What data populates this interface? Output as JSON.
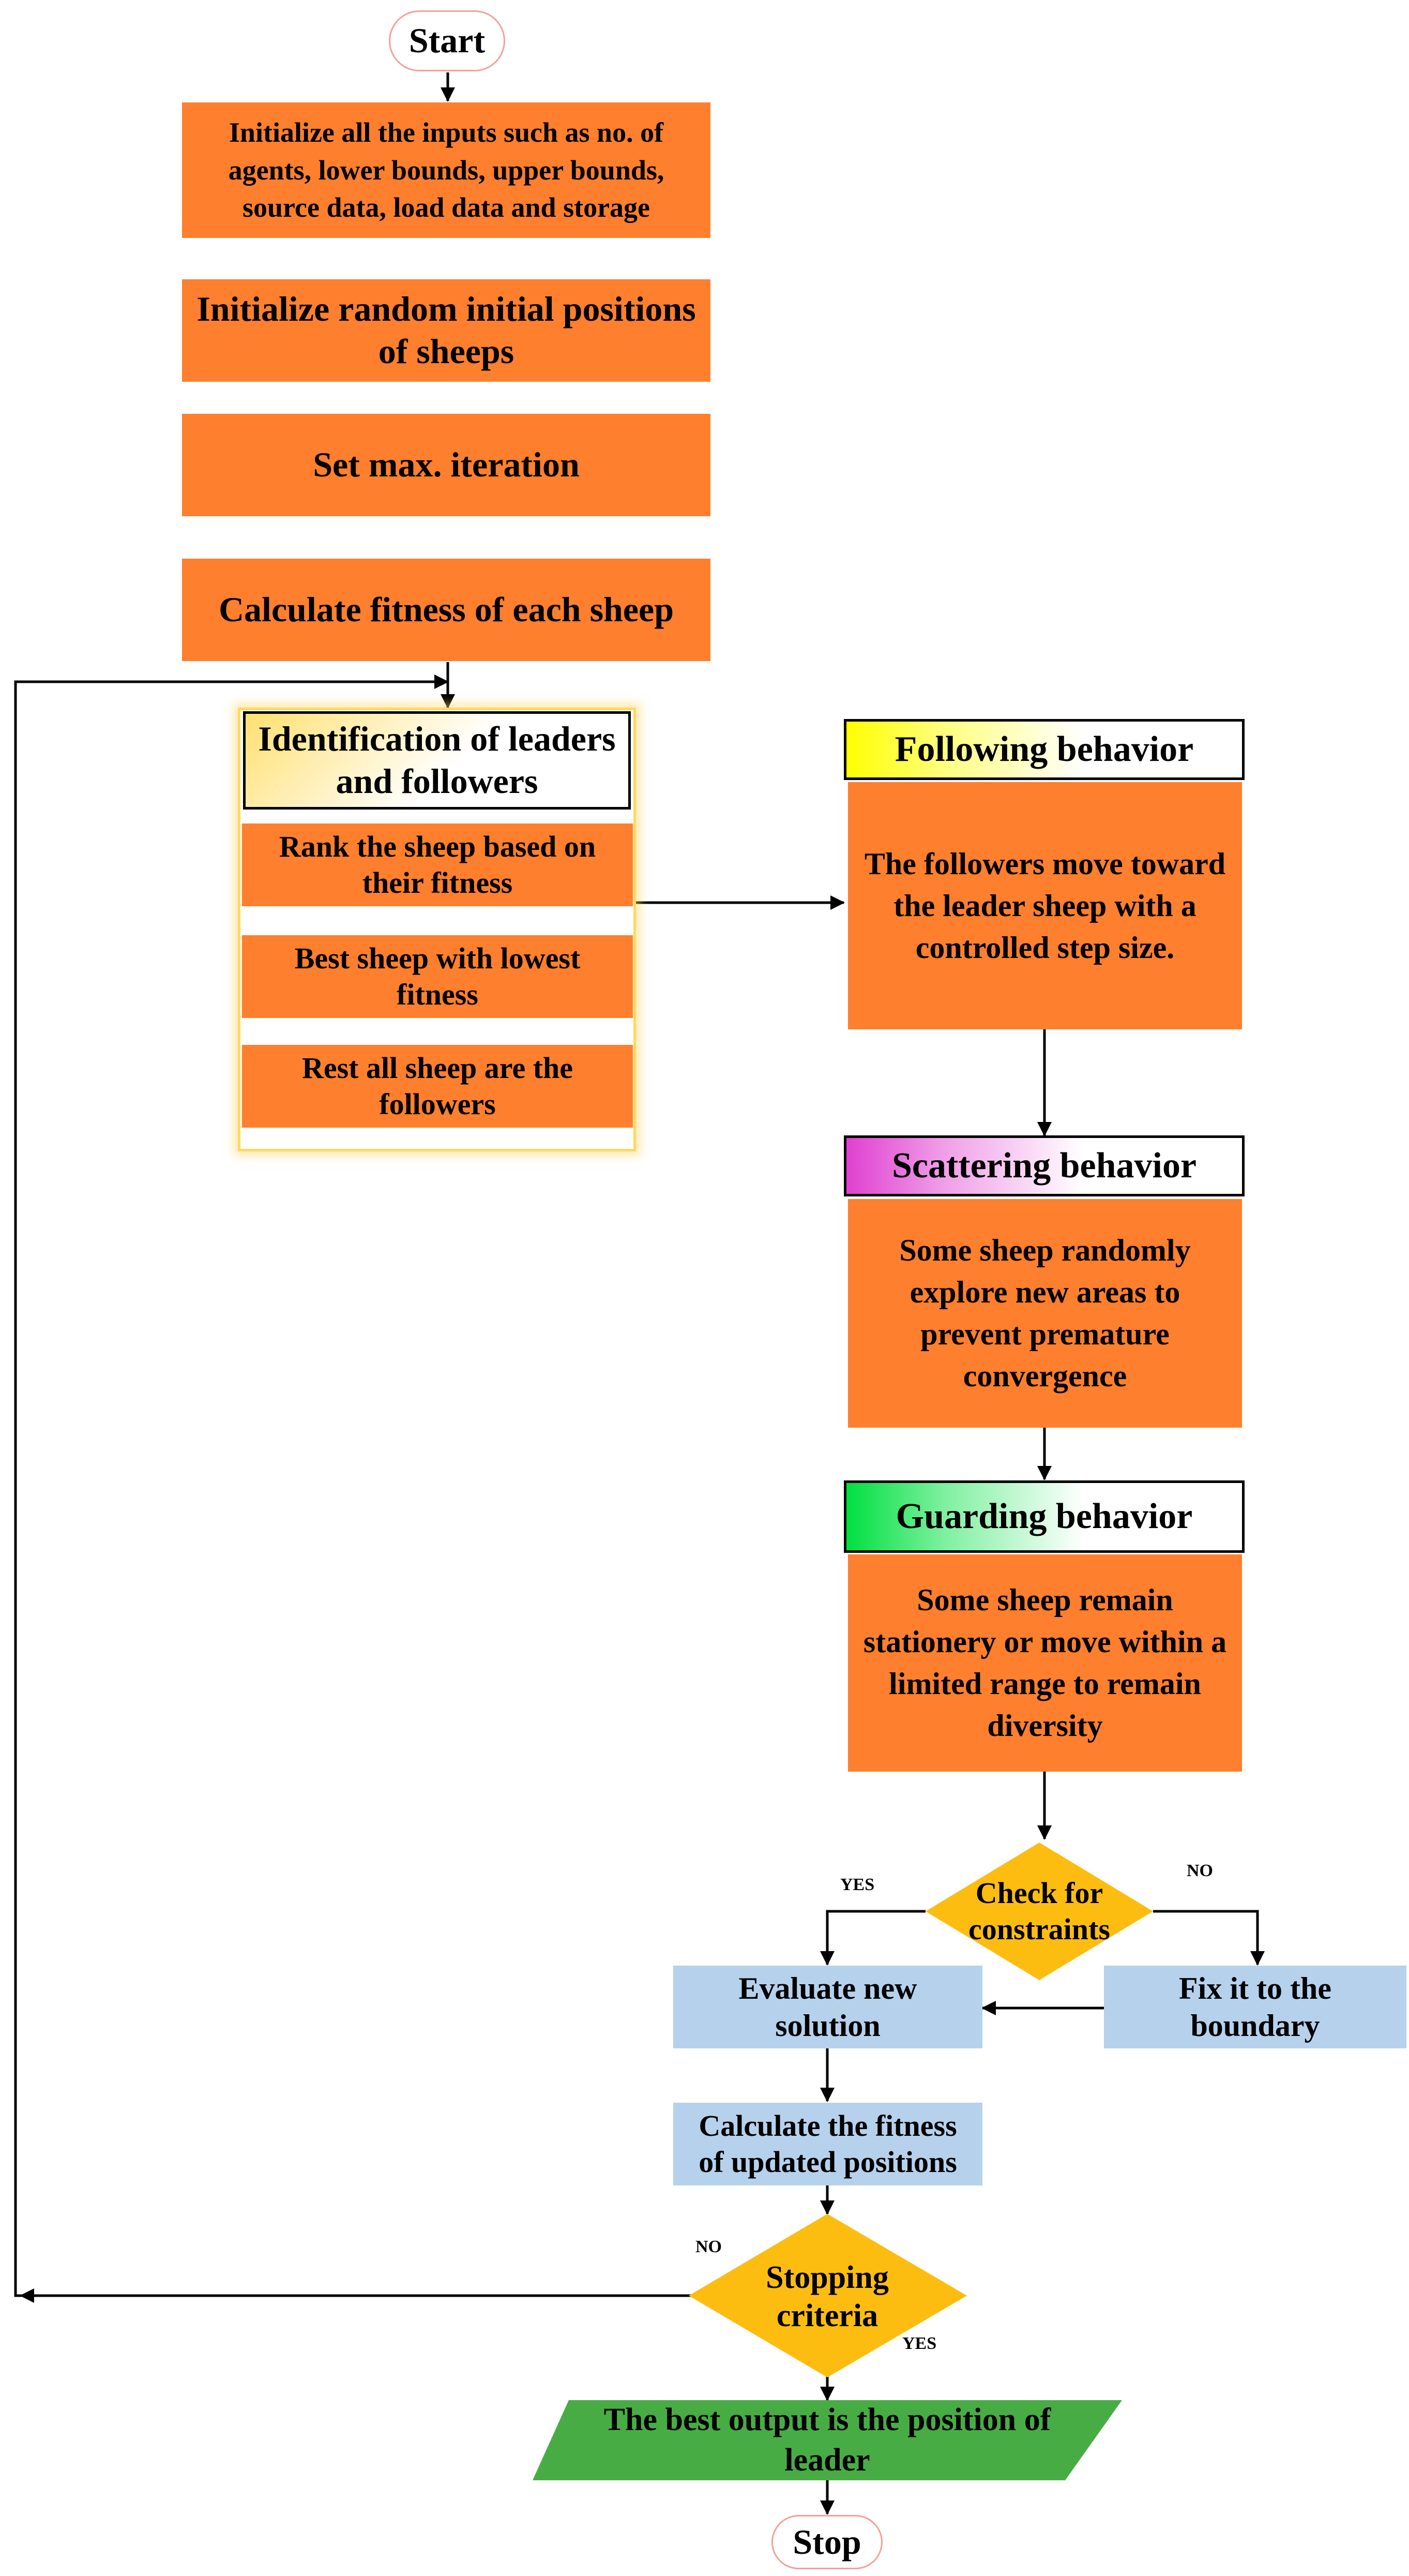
{
  "start": "Start",
  "stop": "Stop",
  "init_inputs": "Initialize all the inputs such as no. of agents, lower bounds, upper bounds, source data, load data and storage",
  "init_positions": "Initialize random initial positions of sheeps",
  "max_iteration": "Set max. iteration",
  "calc_fitness": "Calculate fitness of each sheep",
  "identification": {
    "title": "Identification of leaders and followers",
    "rank": "Rank the sheep based on their fitness",
    "best": "Best sheep with lowest fitness",
    "rest": "Rest all sheep are the followers"
  },
  "following": {
    "title": "Following behavior",
    "body": "The followers move toward the leader sheep with a controlled step size.",
    "accent": "#ffff00"
  },
  "scattering": {
    "title": "Scattering behavior",
    "body": "Some sheep randomly explore new areas to prevent premature convergence",
    "accent": "#e040d0"
  },
  "guarding": {
    "title": "Guarding behavior",
    "body": "Some sheep remain stationery or move within a limited range to remain diversity",
    "accent": "#00e040"
  },
  "check_constraints": "Check for constraints",
  "evaluate": "Evaluate new solution",
  "fix_boundary": "Fix it to the boundary",
  "calc_updated": "Calculate the fitness of updated positions",
  "stopping": "Stopping criteria",
  "best_output": "The best output is the position of leader",
  "labels": {
    "yes1": "YES",
    "no1": "NO",
    "no2": "NO",
    "yes2": "YES"
  },
  "colors": {
    "process": "#fe7f2d",
    "evaluation": "#b6d1ec",
    "decision": "#fdbd10",
    "output": "#48ac45"
  }
}
